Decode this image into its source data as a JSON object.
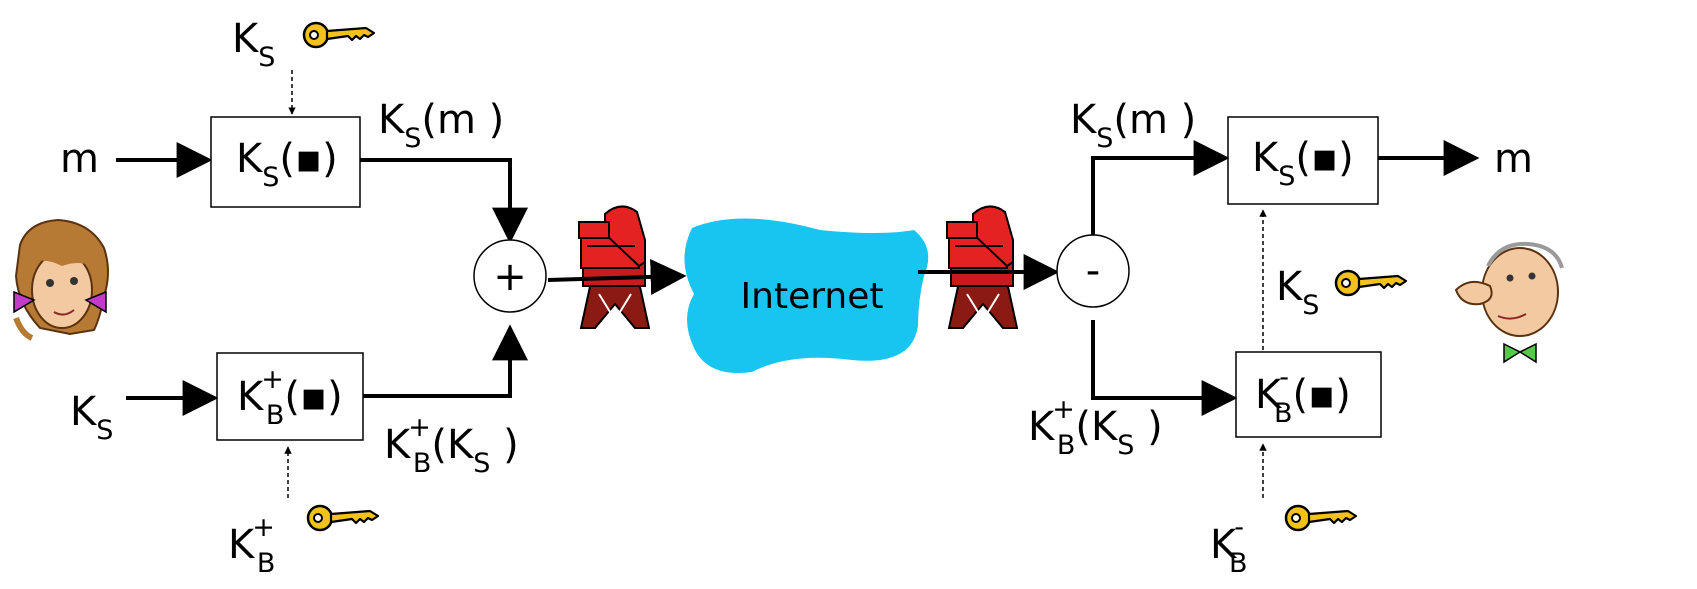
{
  "colors": {
    "cloud": "#18c5f0",
    "key": "#f2c21b",
    "mailbox": "#e52222",
    "line": "#000000",
    "alice_bow": "#c23bc9",
    "bob_tie": "#55c94a"
  },
  "internet_label": "Internet",
  "sender": {
    "session_key_label": {
      "base": "K",
      "sub": "S"
    },
    "message_label": "m",
    "symmetric_box": {
      "base": "K",
      "sub": "S",
      "arg": "(▪)"
    },
    "symmetric_output": {
      "base": "K",
      "sub": "S",
      "arg": "(m )"
    },
    "key_input_label": {
      "base": "K",
      "sub": "S"
    },
    "public_box": {
      "base": "K",
      "sup": "+",
      "sub": "B",
      "arg": "(▪)"
    },
    "public_output": {
      "base": "K",
      "sup": "+",
      "sub": "B",
      "arg": "(K",
      "arg_sub": "S",
      "close": " )"
    },
    "public_key_label": {
      "base": "K",
      "sup": "+",
      "sub": "B"
    },
    "combiner": "+"
  },
  "receiver": {
    "splitter": "-",
    "symmetric_input": {
      "base": "K",
      "sub": "S",
      "arg": "(m )"
    },
    "symmetric_box": {
      "base": "K",
      "sub": "S",
      "arg": "(▪)"
    },
    "message_label": "m",
    "session_key_label": {
      "base": "K",
      "sub": "S"
    },
    "private_box": {
      "base": "K",
      "sup": "-",
      "sub": "B",
      "arg": "(▪)"
    },
    "private_input": {
      "base": "K",
      "sup": "+",
      "sub": "B",
      "arg": "(K",
      "arg_sub": "S",
      "close": " )"
    },
    "private_key_label": {
      "base": "K",
      "sup": "-",
      "sub": "B"
    }
  },
  "icons": [
    "key-icon",
    "mailbox-icon",
    "cloud-icon",
    "alice-avatar",
    "bob-avatar"
  ]
}
